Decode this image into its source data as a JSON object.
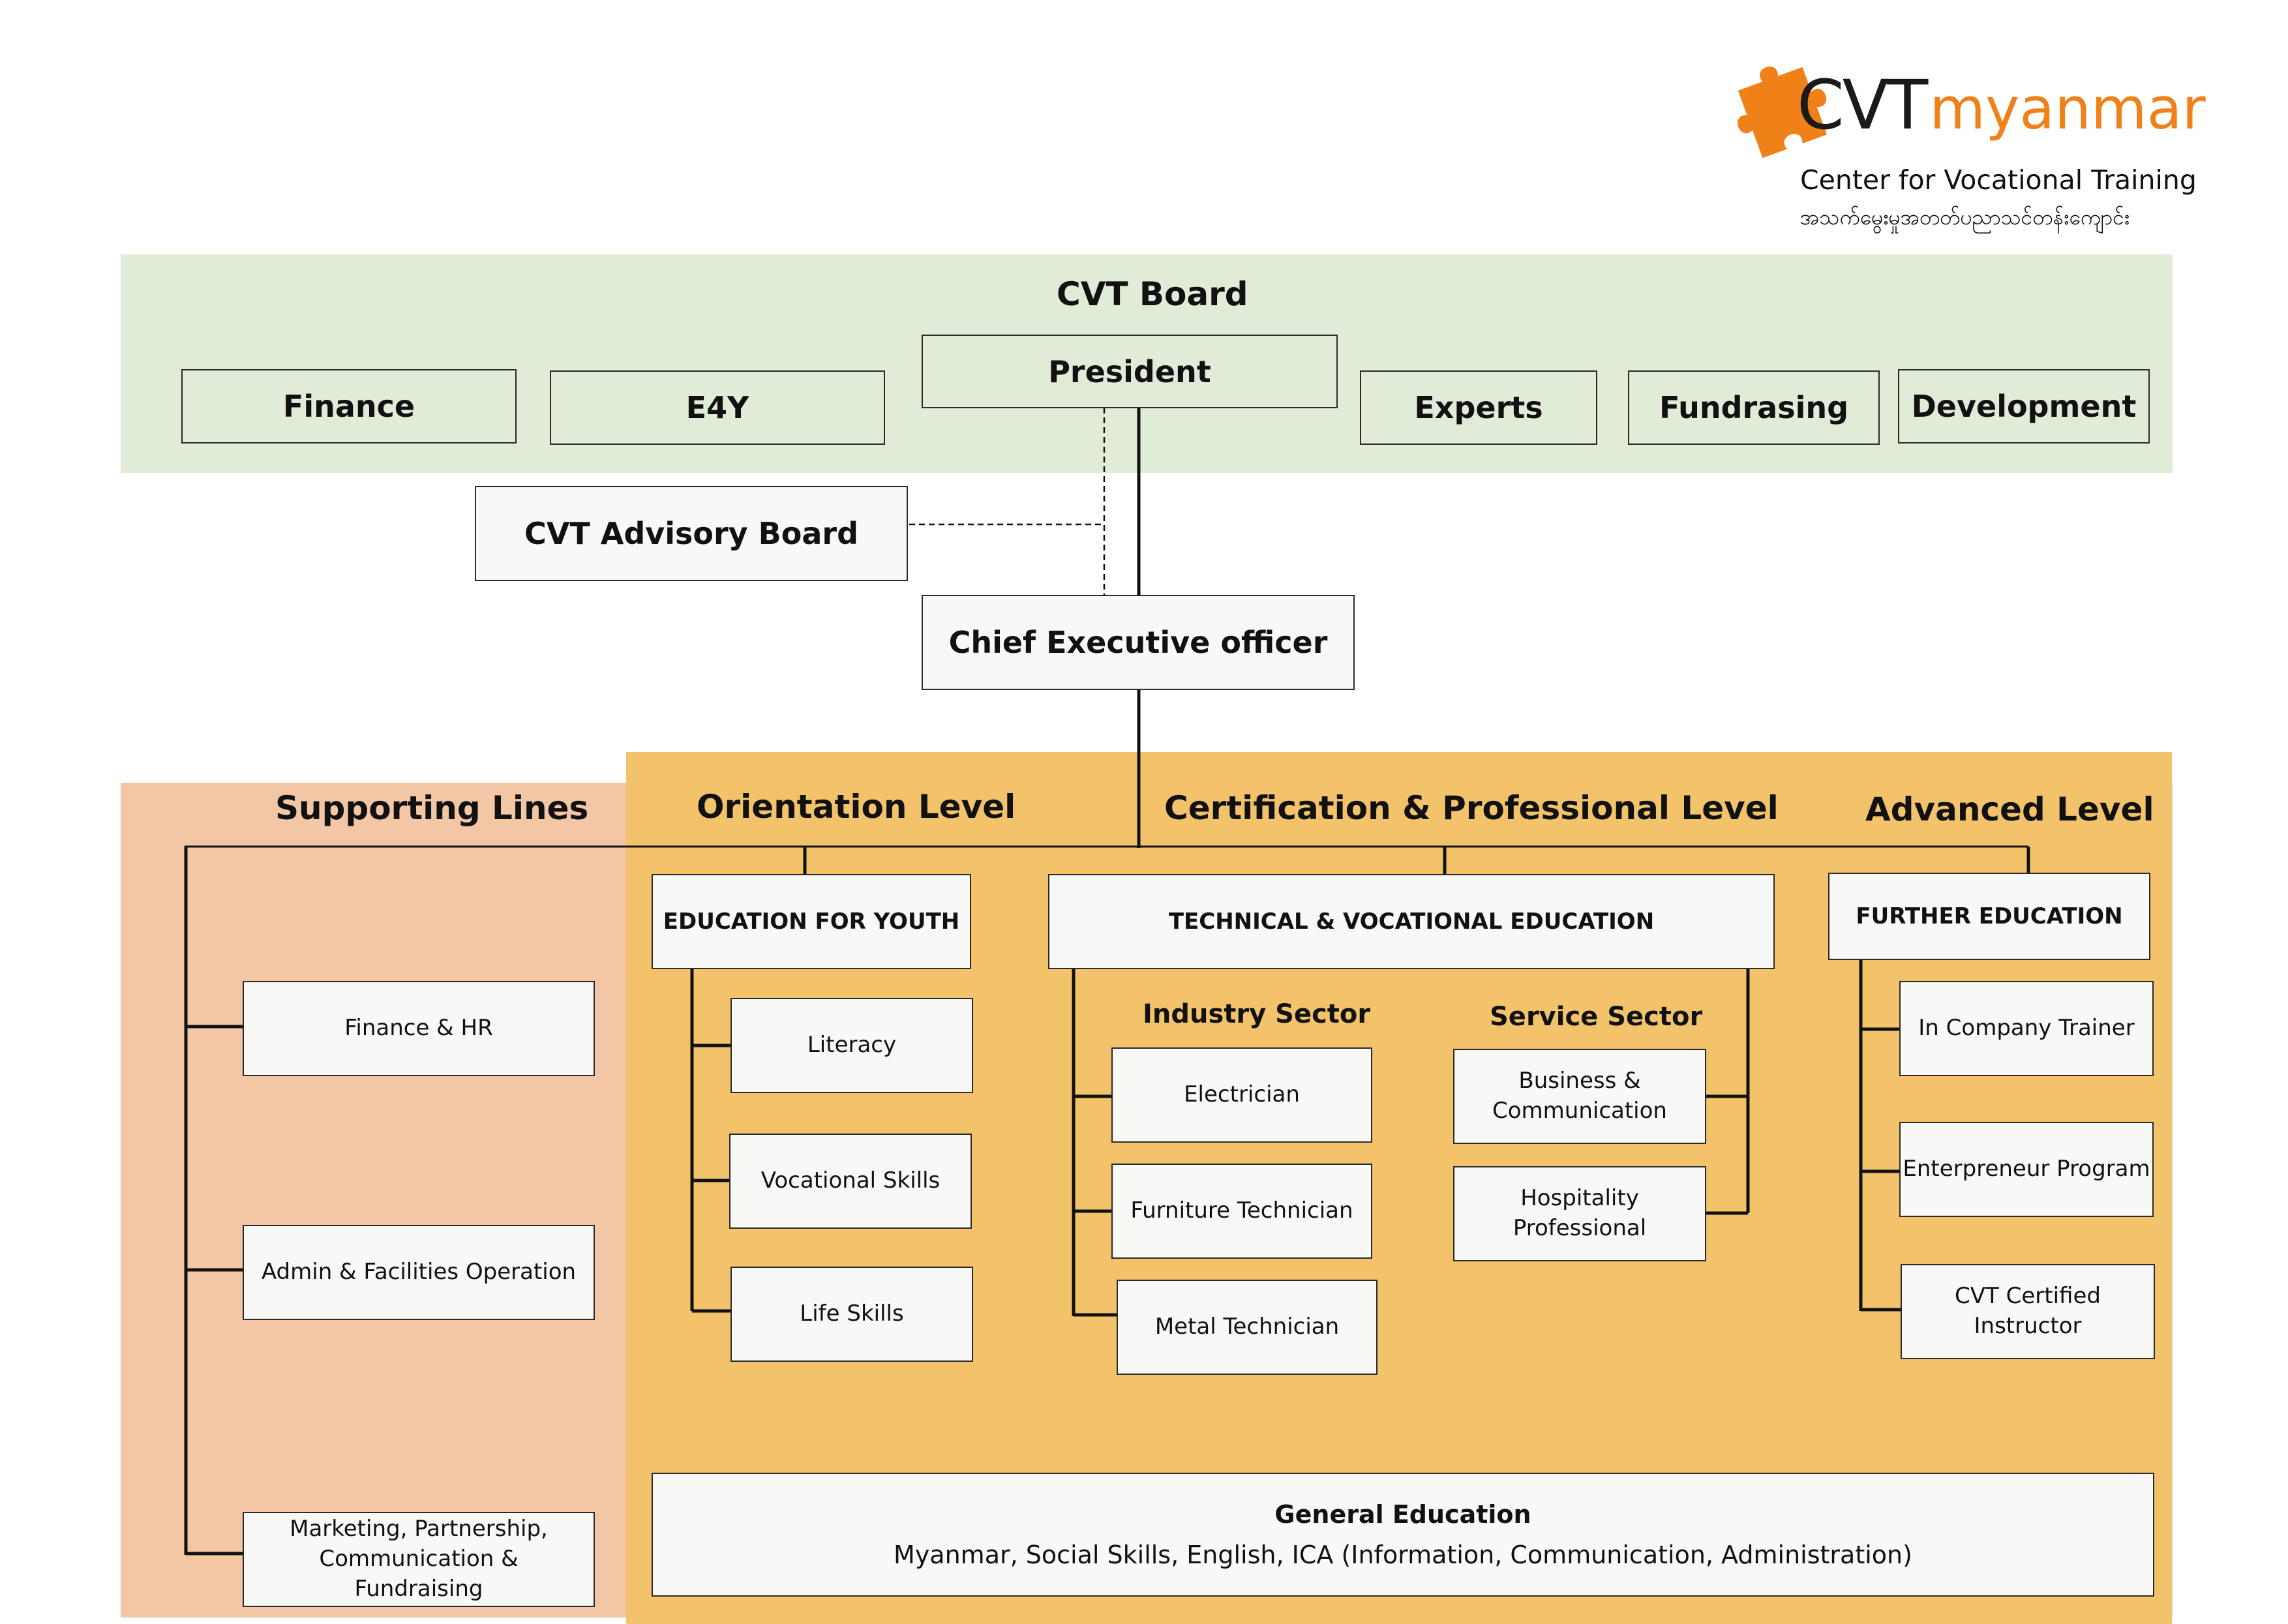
{
  "colors": {
    "board_panel": "#e0ebd8",
    "supporting_panel": "#f3c6a6",
    "education_panel": "#f3c36c",
    "logo_orange": "#f08119",
    "box_border": "#2a2a2a"
  },
  "logo": {
    "brand_cvt": "CVT",
    "brand_myanmar": "myanmar",
    "subtitle": "Center for Vocational Training",
    "burmese": "အသက်မွေးမှုအတတ်ပညာသင်တန်းကျောင်း"
  },
  "board": {
    "title": "CVT Board",
    "president": "President",
    "members": [
      "Finance",
      "E4Y",
      "Experts",
      "Fundrasing",
      "Development"
    ]
  },
  "advisory_board": "CVT Advisory Board",
  "ceo": "Chief Executive officer",
  "supporting": {
    "title": "Supporting Lines",
    "items": [
      "Finance & HR",
      "Admin & Facilities Operation",
      "Marketing, Partnership, Communication & Fundraising"
    ]
  },
  "levels": {
    "orientation": "Orientation Level",
    "certification": "Certification & Professional Level",
    "advanced": "Advanced Level"
  },
  "education_for_youth": {
    "title": "EDUCATION FOR YOUTH",
    "items": [
      "Literacy",
      "Vocational Skills",
      "Life Skills"
    ]
  },
  "tve": {
    "title": "TECHNICAL & VOCATIONAL EDUCATION",
    "industry": {
      "title": "Industry Sector",
      "items": [
        "Electrician",
        "Furniture Technician",
        "Metal Technician"
      ]
    },
    "service": {
      "title": "Service Sector",
      "items": [
        "Business & Communication",
        "Hospitality Professional"
      ]
    }
  },
  "further_education": {
    "title": "FURTHER EDUCATION",
    "items": [
      "In Company Trainer",
      "Enterpreneur Program",
      "CVT Certified Instructor"
    ]
  },
  "general_education": {
    "title": "General Education",
    "subjects": "Myanmar, Social Skills, English, ICA (Information, Communication, Administration)"
  }
}
